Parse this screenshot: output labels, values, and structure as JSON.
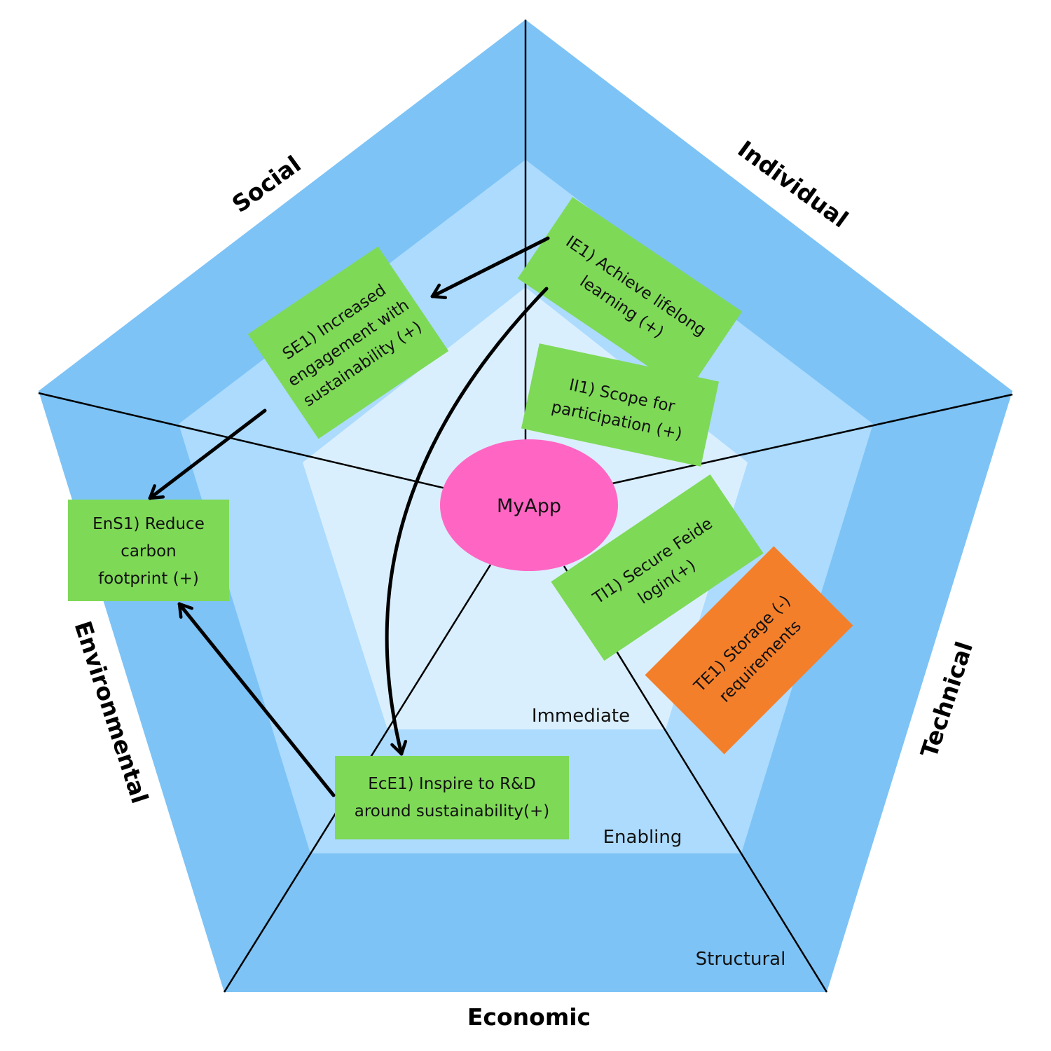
{
  "colors": {
    "outer_ring": "#7DC3F6",
    "middle_ring": "#ACDBFE",
    "inner_ring": "#DAEFFE",
    "positive_impact": "#7ED957",
    "negative_impact": "#F47F2A",
    "center": "#FF66C4",
    "line": "#000000"
  },
  "center": {
    "label": "MyApp"
  },
  "dimensions": {
    "individual": "Individual",
    "social": "Social",
    "technical": "Technical",
    "environmental": "Environmental",
    "economic": "Economic"
  },
  "rings": {
    "immediate": "Immediate",
    "enabling": "Enabling",
    "structural": "Structural"
  },
  "impacts": [
    {
      "id": "IE1",
      "lines": [
        "IE1) Achieve lifelong",
        "learning (+)"
      ],
      "polarity": "positive",
      "dimension": "Individual",
      "ring": "Enabling"
    },
    {
      "id": "SE1",
      "lines": [
        "SE1) Increased",
        "engagement with",
        "sustainability (+)"
      ],
      "polarity": "positive",
      "dimension": "Social",
      "ring": "Enabling"
    },
    {
      "id": "II1",
      "lines": [
        "II1) Scope for",
        "participation (+)"
      ],
      "polarity": "positive",
      "dimension": "Individual",
      "ring": "Immediate"
    },
    {
      "id": "EnS1",
      "lines": [
        "EnS1) Reduce",
        "carbon",
        "footprint (+)"
      ],
      "polarity": "positive",
      "dimension": "Environmental",
      "ring": "Structural"
    },
    {
      "id": "TI1",
      "lines": [
        "TI1) Secure Feide",
        "login(+)"
      ],
      "polarity": "positive",
      "dimension": "Technical",
      "ring": "Immediate"
    },
    {
      "id": "TE1",
      "lines": [
        "TE1) Storage (-)",
        "requirements"
      ],
      "polarity": "negative",
      "dimension": "Technical",
      "ring": "Enabling"
    },
    {
      "id": "EcE1",
      "lines": [
        "EcE1) Inspire to R&D",
        "around sustainability(+)"
      ],
      "polarity": "positive",
      "dimension": "Economic",
      "ring": "Enabling"
    }
  ],
  "relations": [
    {
      "from": "IE1",
      "to": "SE1"
    },
    {
      "from": "IE1",
      "to": "EcE1"
    },
    {
      "from": "SE1",
      "to": "EnS1"
    },
    {
      "from": "EcE1",
      "to": "EnS1"
    }
  ]
}
